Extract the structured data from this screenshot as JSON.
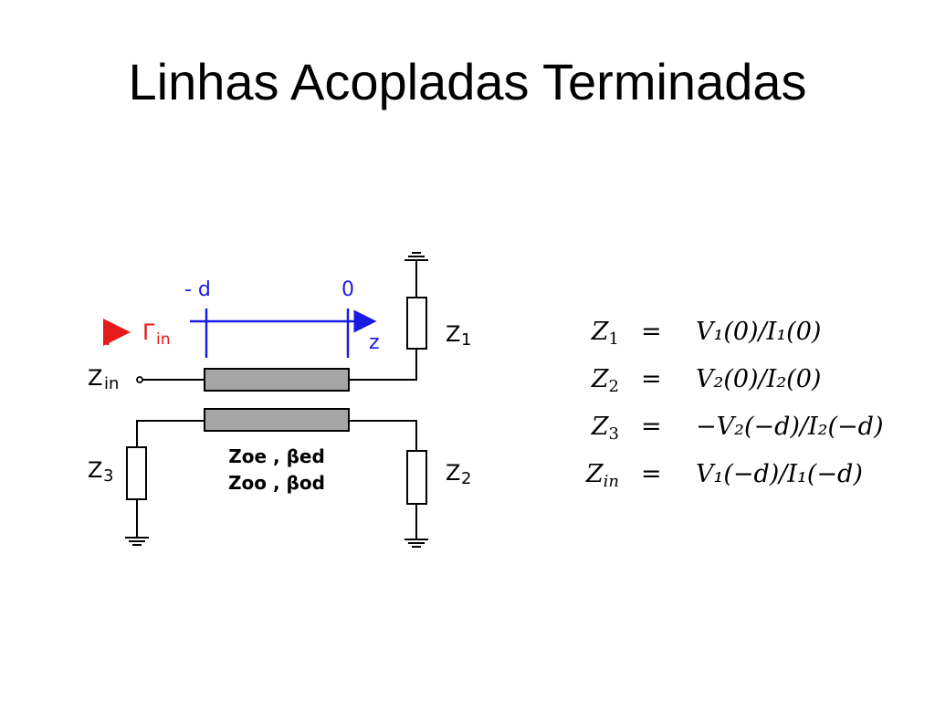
{
  "title": "Linhas Acopladas Terminadas",
  "colors": {
    "axis": "#1a1ae6",
    "gamma": "#e61a1a",
    "line_fill": "#a6a6a6"
  },
  "diagram": {
    "axis_left_label": "- d",
    "axis_right_label": "0",
    "axis_var": "z",
    "gamma_label": "Γ",
    "gamma_sub": "in",
    "zin_label": "Z",
    "zin_sub": "in",
    "z1_label": "Z",
    "z1_sub": "1",
    "z2_label": "Z",
    "z2_sub": "2",
    "z3_label": "Z",
    "z3_sub": "3",
    "even_mode": "Zoe , βed",
    "odd_mode": "Zoo , βod"
  },
  "equations": [
    {
      "lhs": "Z",
      "lhs_sub": "1",
      "op": "=",
      "rhs": "V₁(0)/I₁(0)"
    },
    {
      "lhs": "Z",
      "lhs_sub": "2",
      "op": "=",
      "rhs": "V₂(0)/I₂(0)"
    },
    {
      "lhs": "Z",
      "lhs_sub": "3",
      "op": "=",
      "rhs": "−V₂(−d)/I₂(−d)"
    },
    {
      "lhs": "Z",
      "lhs_sub": "in",
      "op": "=",
      "rhs": "V₁(−d)/I₁(−d)"
    }
  ]
}
